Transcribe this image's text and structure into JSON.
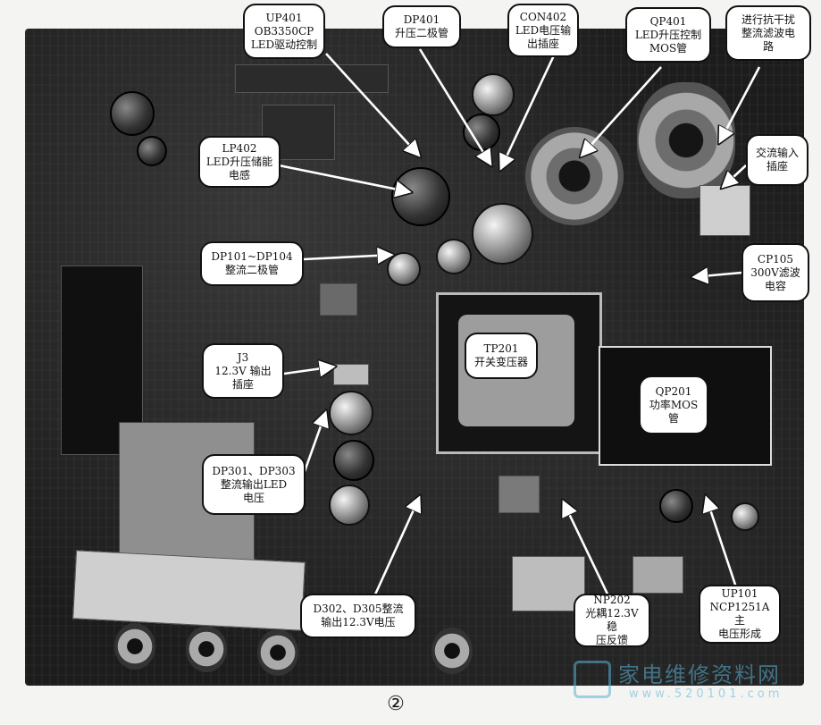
{
  "figure_number": "②",
  "watermark": {
    "name": "家电维修资料网",
    "url": "www.520101.com"
  },
  "callouts": {
    "up401": "UP401\nOB3350CP\nLED驱动控制",
    "dp401": "DP401\n升压二极管",
    "con402": "CON402\nLED电压输\n出插座",
    "qp401": "QP401\nLED升压控制\nMOS管",
    "filter": "进行抗干扰\n整流滤波电\n路",
    "lp402": "LP402\nLED升压储能\n电感",
    "ac_input": "交流输入\n插座",
    "dp101": "DP101~DP104\n整流二极管",
    "cp105": "CP105\n300V滤波\n电容",
    "tp201": "TP201\n开关变压器",
    "j3": "J3\n12.3V 输出\n插座",
    "qp201": "QP201\n功率MOS\n管",
    "dp301": "DP301、DP303\n整流输出LED\n电压",
    "d302": "D302、D305整流\n输出12.3V电压",
    "np202": "NP202\n光耦12.3V稳\n压反馈",
    "up101": "UP101\nNCP1251A主\n电压形成"
  }
}
